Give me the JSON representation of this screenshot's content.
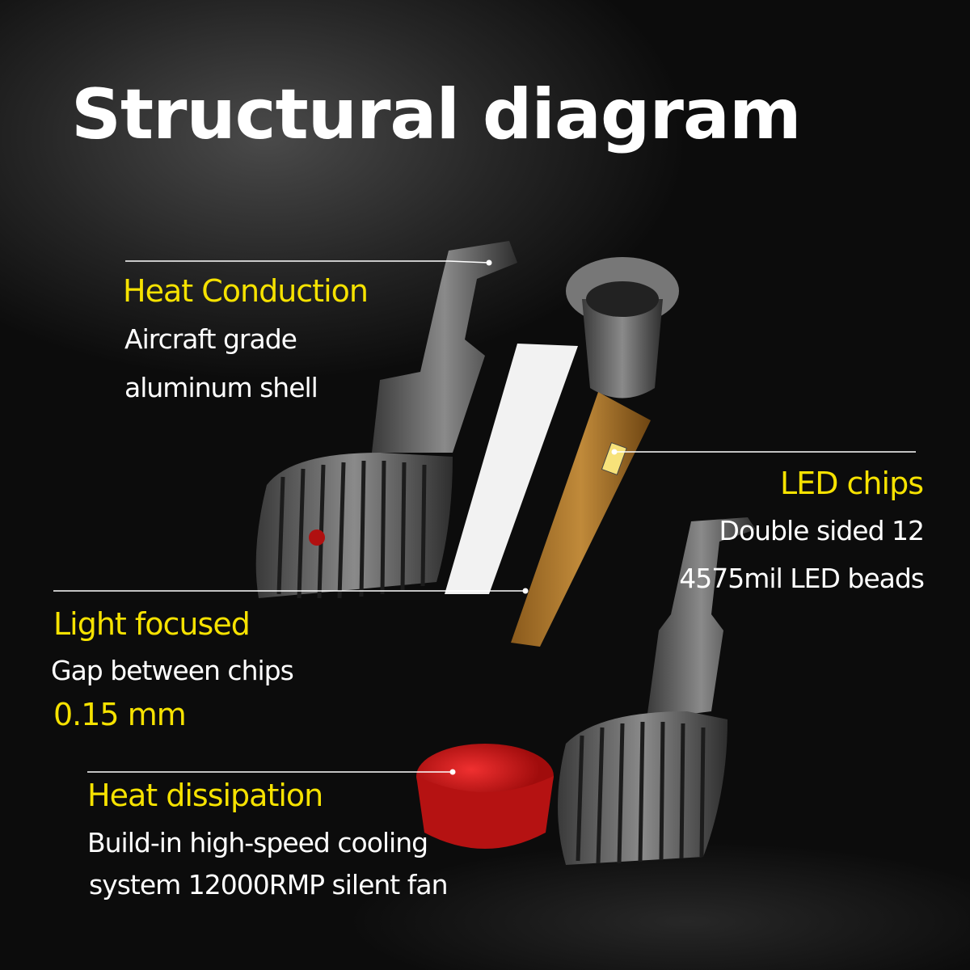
{
  "title": "Structural diagram",
  "colors": {
    "accent": "#f6e200",
    "text": "#ffffff",
    "background": "#0b0b0b"
  },
  "callouts": {
    "heat_conduction": {
      "heading": "Heat Conduction",
      "line1": "Aircraft grade",
      "line2": "aluminum shell"
    },
    "led_chips": {
      "heading": "LED chips",
      "line1": "Double sided 12",
      "line2": "4575mil LED beads"
    },
    "light_focused": {
      "heading": "Light focused",
      "line1": "Gap between chips",
      "value": "0.15 mm"
    },
    "heat_dissipation": {
      "heading": "Heat dissipation",
      "line1": "Build-in high-speed cooling",
      "line2": "system 12000RMP silent fan"
    }
  }
}
